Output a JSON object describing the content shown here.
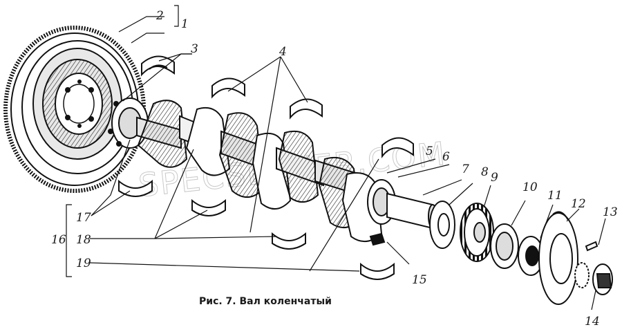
{
  "figure": {
    "caption": "Рис. 7. Вал коленчатый",
    "watermark": "SPECSERVER.COM",
    "callouts": [
      "1",
      "2",
      "3",
      "4",
      "5",
      "6",
      "7",
      "8",
      "9",
      "10",
      "11",
      "12",
      "13",
      "14",
      "15",
      "16",
      "17",
      "18",
      "19"
    ]
  }
}
